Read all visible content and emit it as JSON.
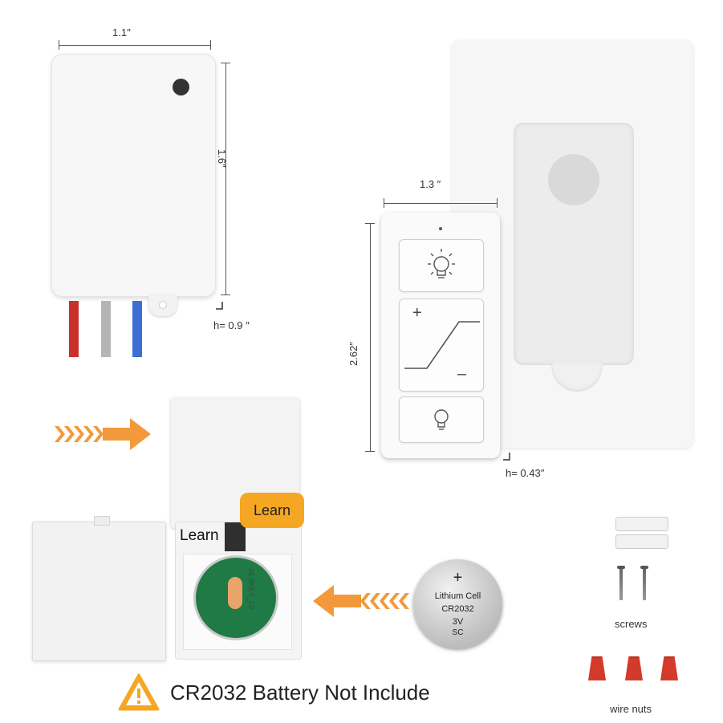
{
  "receiver": {
    "width_label": "1.1″",
    "height_label": "1.6″",
    "depth_label": "h= 0.9 ″",
    "wire_colors": [
      "#c9302c",
      "#b5b5b5",
      "#3c6fd1"
    ]
  },
  "remote": {
    "width_label": "1.3 ″",
    "height_label": "2.62″",
    "depth_label": "h= 0.43″",
    "buttons": [
      {
        "name": "light-on",
        "icon": "light-bulb-on-icon"
      },
      {
        "name": "dimmer",
        "icon": "dimmer-ramp-icon",
        "plus": "+",
        "minus": "–"
      },
      {
        "name": "light-off",
        "icon": "light-bulb-off-icon"
      }
    ]
  },
  "install": {
    "learn_bubble": "Learn",
    "learn_label": "Learn",
    "pcb_text": "36-8KEY_L0"
  },
  "battery": {
    "symbol": "+",
    "line1": "Lithium Cell",
    "line2": "CR2032",
    "line3": "3V",
    "line4": "SC"
  },
  "accessories": {
    "screws_label": "screws",
    "wire_nuts_label": "wire nuts",
    "nut_color": "#d43a2a"
  },
  "warning": {
    "icon": "warning-triangle-icon",
    "text": "CR2032 Battery Not Include",
    "color": "#f5a623"
  },
  "arrows": {
    "color": "#f29a3b"
  }
}
